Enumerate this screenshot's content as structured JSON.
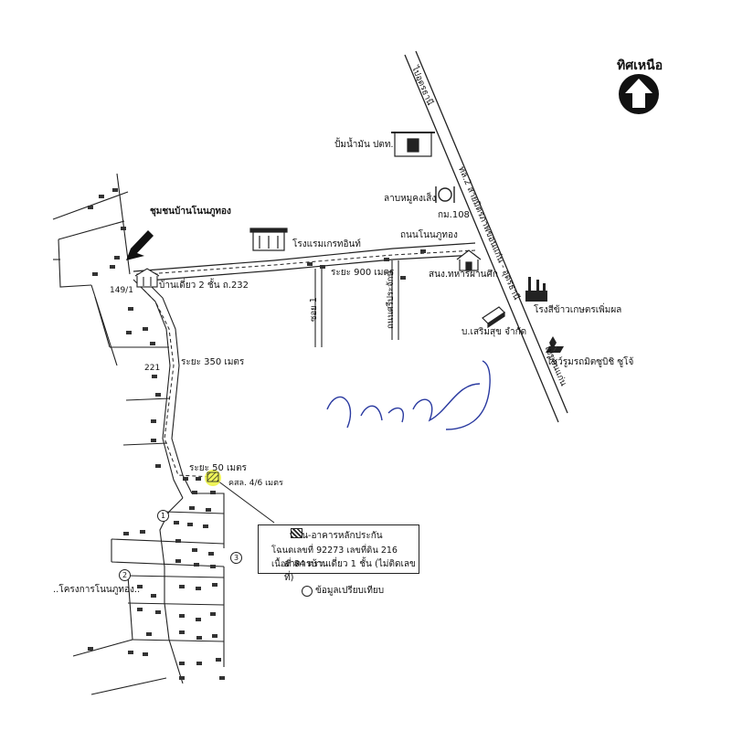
{
  "north": {
    "label": "ทิศเหนือ"
  },
  "roads": {
    "hwy_top": "ไปอุดรธานี",
    "hwy_side": "ทล.2 สายมิตรภาพขอนแก่น - อุดรธานี",
    "hwy_bottom": "ไปขอนแก่น",
    "km": "กม.108",
    "nonphutong_road": "ถนนโนนภูทอง",
    "soi1": "ซอย 1",
    "nonsriprachak": "ถนนศรีประจักษ์"
  },
  "places": {
    "gas_station": "ปั้มน้ำมัน ปตท.",
    "restaurant": "ลาบหมูคงเส็ง",
    "community": "ชุมชนบ้านโนนภูทอง",
    "house_149": "149/1",
    "house_232": "บ้านเดี่ยว 2 ชั้น ถ.232",
    "hotel": "โรงแรมเกรทอินท์",
    "army_office": "สนง.ทหารผ่านศึก",
    "rice_mill": "โรงสีข้าวเกษตรเพิ่มผล",
    "company": "บ.เสริมสุข จำกัด",
    "mitsubishi": "โชว์รูมรถมิตซูบิชิ ซูโจ้",
    "project": "..โครงการโนนภูทอง..",
    "num221": "221"
  },
  "distances": {
    "d900": "ระยะ 900 เมตร",
    "d350": "ระยะ 350 เมตร",
    "d50": "ระยะ 50 เมตร",
    "road_width": "คสล. 4/6 เมตร"
  },
  "legend": {
    "line1": "ที่ดิน-อาคารหลักประกัน",
    "line2": "โฉนดเลขที่ 92273 เลขที่ดิน 216 เนื้อที่ 84 ตรว.",
    "line3": "อาคารบ้านเดี่ยว 1 ชั้น (ไม่ติดเลขที่)",
    "compare": "ข้อมูลเปรียบเทียบ"
  },
  "markers": [
    "1",
    "2",
    "3"
  ],
  "handwriting": "ไอาคางใ"
}
